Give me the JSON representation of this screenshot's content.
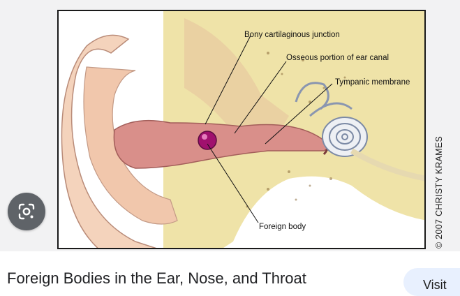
{
  "figure": {
    "labels": {
      "bony_junction": "Bony cartilaginous junction",
      "osseous_portion": "Osseous portion of ear canal",
      "tympanic": "Tympanic membrane",
      "foreign_body": "Foreign body"
    },
    "copyright": "© 2007 CHRISTY KRAMES"
  },
  "lens": {
    "icon": "google-lens-icon"
  },
  "caption": {
    "title": "Foreign Bodies in the Ear, Nose, and Throat"
  },
  "visit": {
    "label": "Visit"
  },
  "colors": {
    "canal": "#d98f8a",
    "bone": "#efe3a8",
    "skin": "#f1c7ac",
    "foreign_body": "#a0106e",
    "lens_bg": "#5f6368",
    "visit_bg": "#e8f0fe"
  }
}
